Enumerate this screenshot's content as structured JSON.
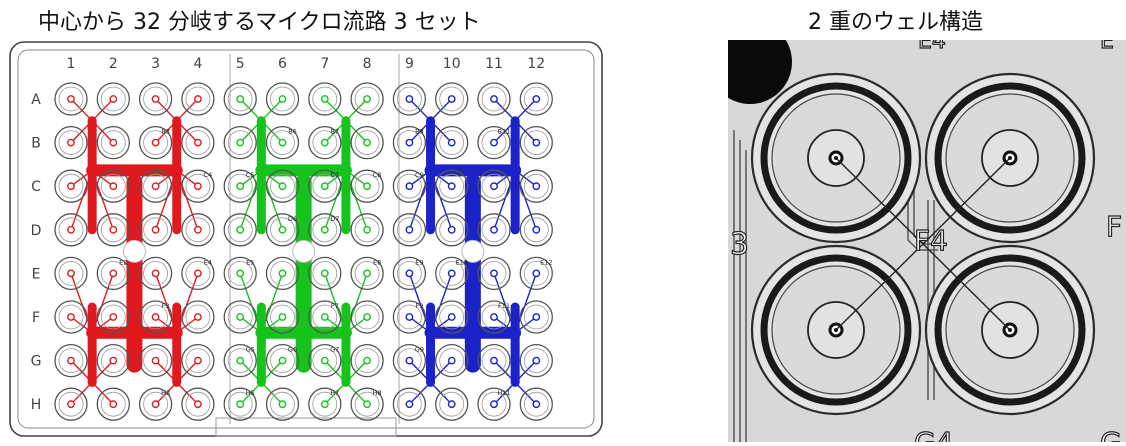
{
  "captions": {
    "left": "中心から 32 分岐するマイクロ流路 3 セット",
    "right": "2 重のウェル構造"
  },
  "plate": {
    "columns": [
      "1",
      "2",
      "3",
      "4",
      "5",
      "6",
      "7",
      "8",
      "9",
      "10",
      "11",
      "12"
    ],
    "rows": [
      "A",
      "B",
      "C",
      "D",
      "E",
      "F",
      "G",
      "H"
    ],
    "channel_sets": [
      {
        "color": "#e0191e",
        "columns": [
          "1",
          "2",
          "3",
          "4"
        ],
        "center_well": "E2"
      },
      {
        "color": "#16c21c",
        "columns": [
          "5",
          "6",
          "7",
          "8"
        ],
        "center_well": "E7"
      },
      {
        "color": "#1a22c8",
        "columns": [
          "9",
          "10",
          "11",
          "12"
        ],
        "center_well": "E10"
      }
    ],
    "well_tags": [
      "B3",
      "B6",
      "B7",
      "B9",
      "B11",
      "C4",
      "C5",
      "C7",
      "C8",
      "C9",
      "D6",
      "D7",
      "E2",
      "E4",
      "E5",
      "E8",
      "E9",
      "E10",
      "E12",
      "F3",
      "F7",
      "F9",
      "F11",
      "G5",
      "G6",
      "G7",
      "G9",
      "H3",
      "H5",
      "H7",
      "H8",
      "H11"
    ]
  },
  "closeup": {
    "labels": {
      "top_left": "E4",
      "top_right": "E",
      "mid_left": "3",
      "mid_center": "F4",
      "mid_right": "F",
      "bottom_center": "G4",
      "bottom_right": "G"
    }
  }
}
